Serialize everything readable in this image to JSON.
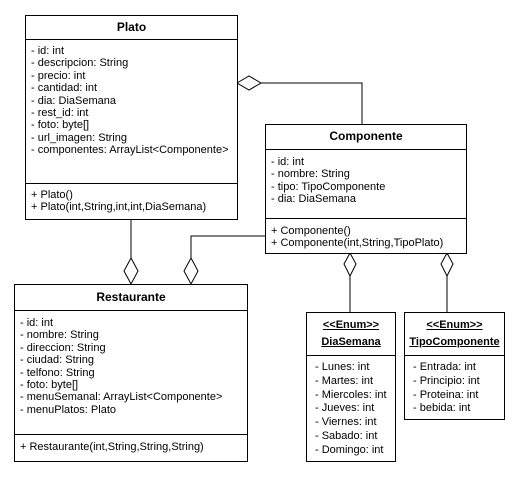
{
  "plato": {
    "name": "Plato",
    "attributes": [
      "- id: int",
      "- descripcion: String",
      "- precio: int",
      "- cantidad: int",
      "- dia: DiaSemana",
      "- rest_id: int",
      "- foto: byte[]",
      "- url_imagen: String",
      "- componentes: ArrayList<Componente>"
    ],
    "methods": [
      "+ Plato()",
      "+ Plato(int,String,int,int,DiaSemana)"
    ]
  },
  "componente": {
    "name": "Componente",
    "attributes": [
      "- id: int",
      "- nombre: String",
      "- tipo: TipoComponente",
      "- dia: DiaSemana"
    ],
    "methods": [
      "+ Componente()",
      "+ Componente(int,String,TipoPlato)"
    ]
  },
  "restaurante": {
    "name": "Restaurante",
    "attributes": [
      "- id: int",
      "- nombre: String",
      "- direccion: String",
      "- ciudad: String",
      "- telfono: String",
      "- foto: byte[]",
      "- menuSemanal: ArrayList<Componente>",
      "- menuPlatos: Plato"
    ],
    "methods": [
      "+ Restaurante(int,String,String,String)"
    ]
  },
  "diasemana": {
    "stereotype": "<<Enum>>",
    "name": "DiaSemana",
    "values": [
      "- Lunes: int",
      "- Martes: int",
      "- Miercoles: int",
      "- Jueves: int",
      "- Viernes: int",
      "- Sabado: int",
      "- Domingo: int"
    ]
  },
  "tipocomponente": {
    "stereotype": "<<Enum>>",
    "name": "TipoComponente",
    "values": [
      "- Entrada: int",
      "- Principio: int",
      "- Proteina: int",
      "- bebida: int"
    ]
  }
}
